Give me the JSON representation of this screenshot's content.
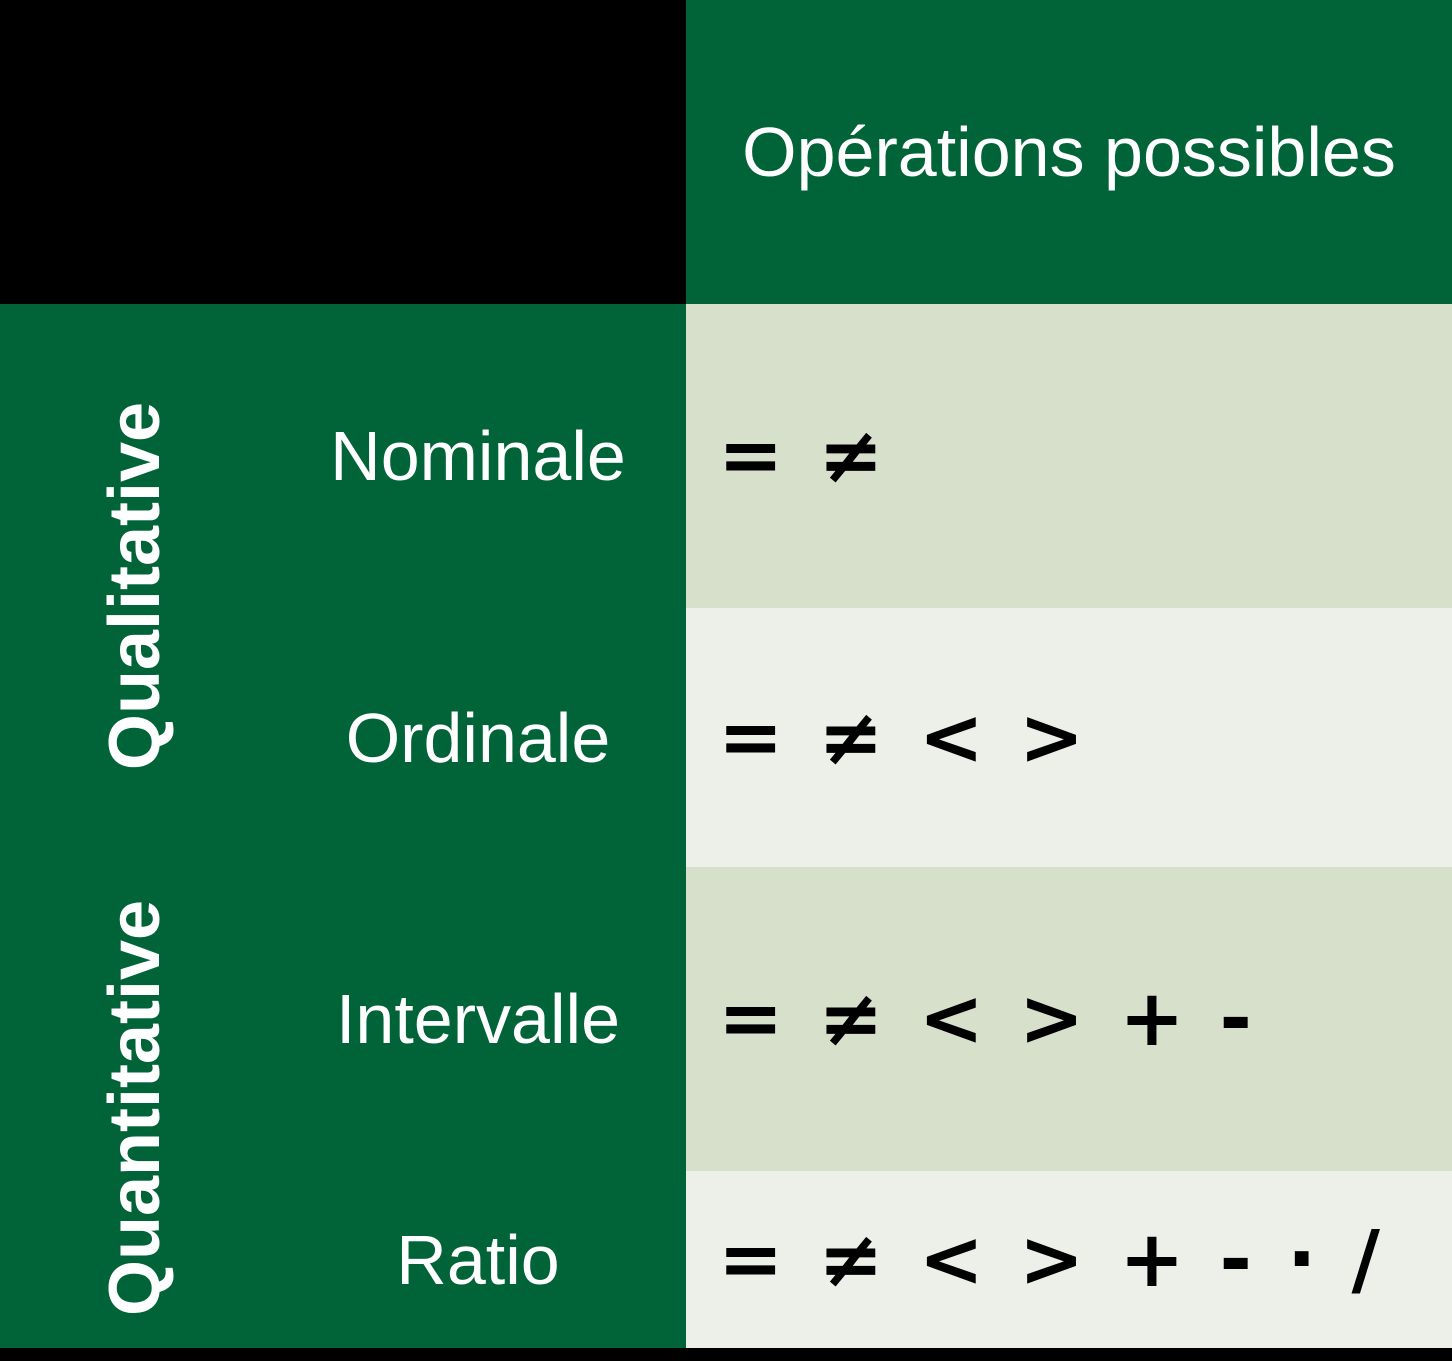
{
  "header": {
    "operations_label": "Opérations possibles"
  },
  "categories": [
    {
      "label": "Qualitative"
    },
    {
      "label": "Quantitative"
    }
  ],
  "rows": [
    {
      "scale": "Nominale",
      "operations": "= ≠",
      "category": "Qualitative"
    },
    {
      "scale": "Ordinale",
      "operations": "= ≠ < >",
      "category": "Qualitative"
    },
    {
      "scale": "Intervalle",
      "operations": "= ≠ < > + -",
      "category": "Quantitative"
    },
    {
      "scale": "Ratio",
      "operations": "= ≠ < > + - · /",
      "category": "Quantitative"
    }
  ],
  "colors": {
    "dark_green": "#006438",
    "corner_black": "#000000",
    "row_shade_dark": "#d7e0cb",
    "row_shade_light": "#edf0e8",
    "text_on_green": "#ffffff",
    "symbol_color": "#000000",
    "bottom_border": "#000000"
  }
}
